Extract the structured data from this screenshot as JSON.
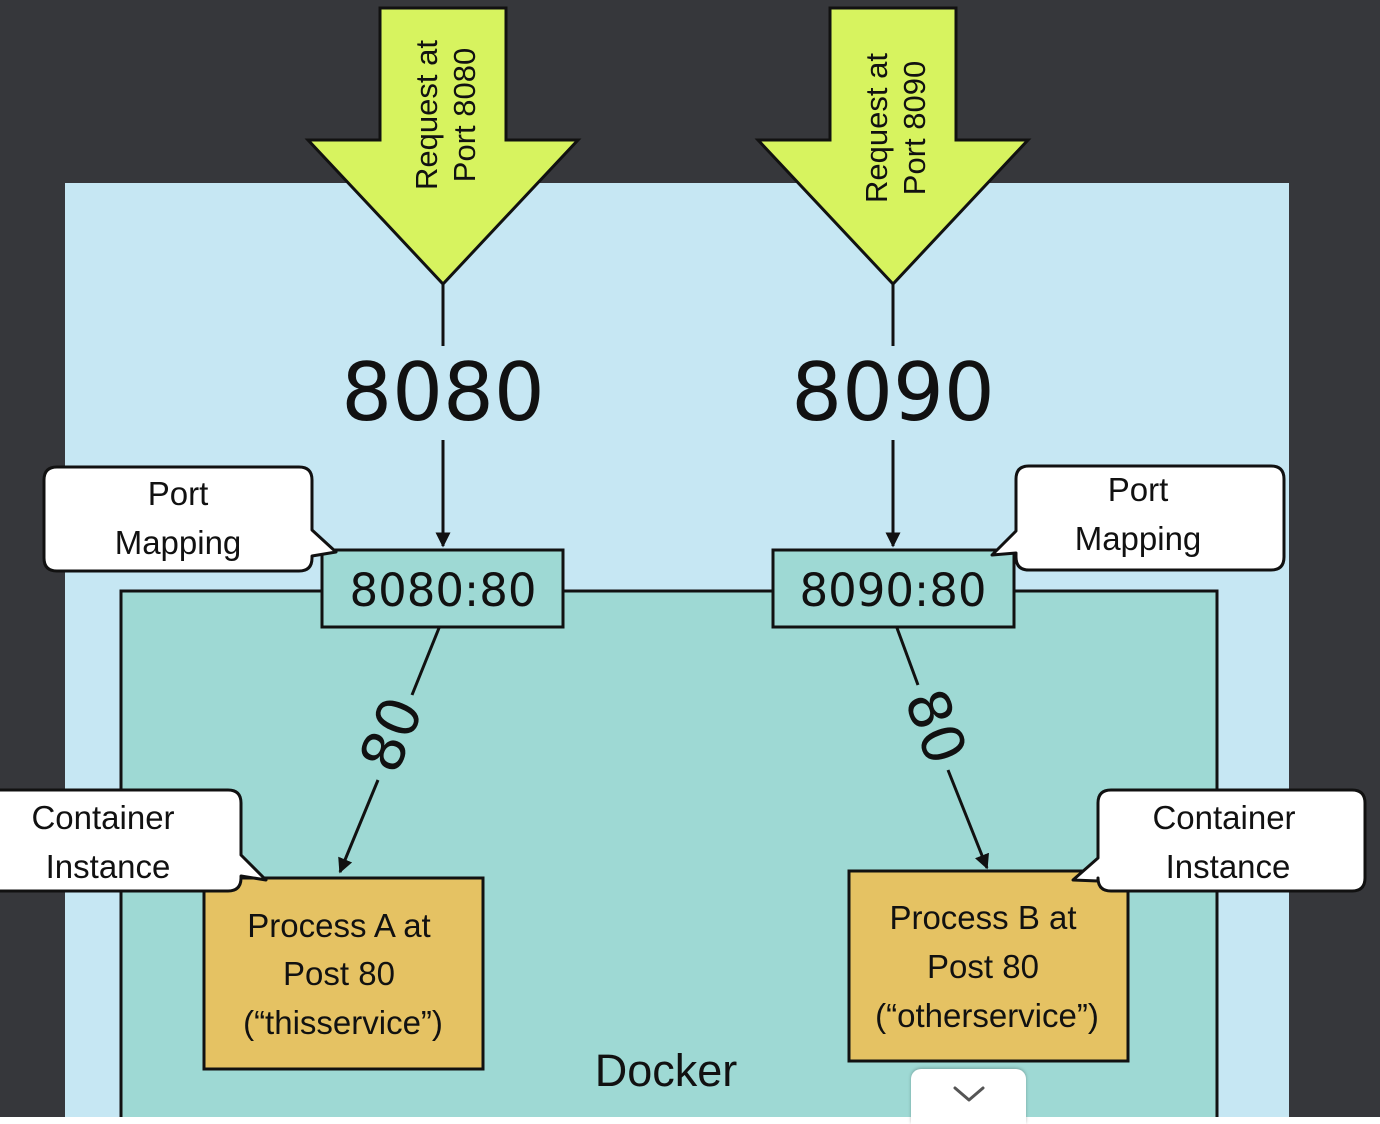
{
  "colors": {
    "page_background": "#36373b",
    "host_fill": "#c6e7f3",
    "docker_fill": "#9ed9d4",
    "arrow_fill": "#d7f35f",
    "process_fill": "#e5c263",
    "callout_fill": "#ffffff",
    "stroke": "#111111"
  },
  "requests": [
    {
      "line1": "Request at",
      "line2": "Port 8080"
    },
    {
      "line1": "Request at",
      "line2": "Port 8090"
    }
  ],
  "host_ports": [
    "8080",
    "8090"
  ],
  "mappings": [
    "8080:80",
    "8090:80"
  ],
  "container_ports": [
    "80",
    "80"
  ],
  "port_mapping_callouts": [
    {
      "line1": "Port",
      "line2": "Mapping"
    },
    {
      "line1": "Port",
      "line2": "Mapping"
    }
  ],
  "container_callouts": [
    {
      "line1": "Container",
      "line2": "Instance"
    },
    {
      "line1": "Container",
      "line2": "Instance"
    }
  ],
  "processes": [
    {
      "line1": "Process A at",
      "line2": "Post 80",
      "line3": "(“thisservice”)"
    },
    {
      "line1": "Process B at",
      "line2": "Post 80",
      "line3": "(“otherservice”)"
    }
  ],
  "docker_label": "Docker",
  "scroll_icon": "chevron-down-icon"
}
